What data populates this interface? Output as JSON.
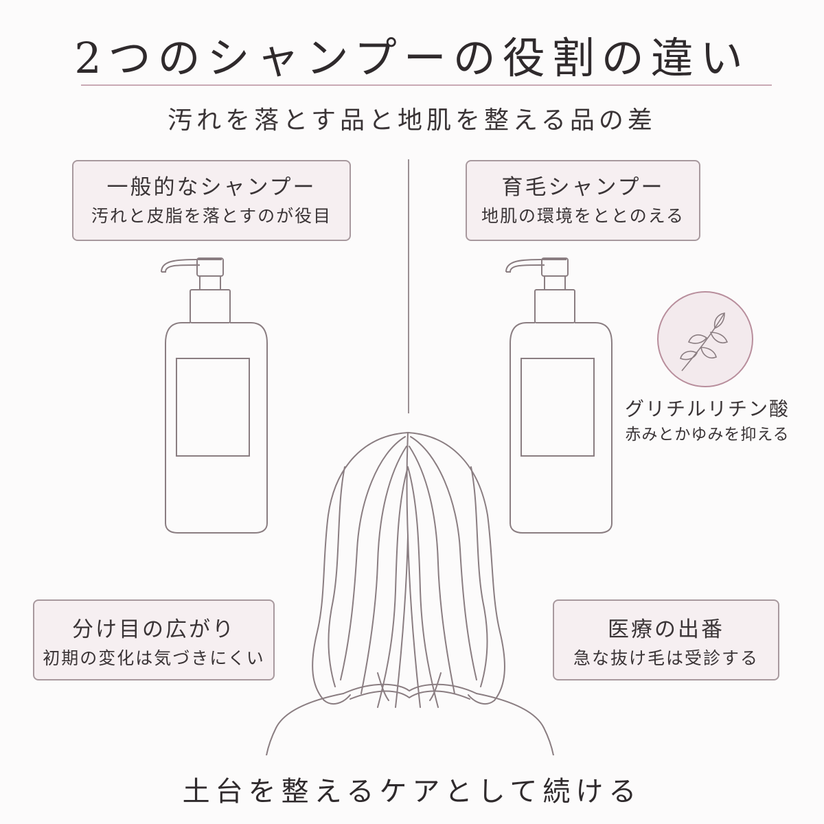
{
  "title": "2つのシャンプーの役割の違い",
  "subtitle": "汚れを落とす品と地肌を整える品の差",
  "general_box": {
    "heading": "一般的なシャンプー",
    "text": "汚れと皮脂を落とすのが役目"
  },
  "growth_box": {
    "heading": "育毛シャンプー",
    "text": "地肌の環境をととのえる"
  },
  "ingredient": {
    "name": "グリチルリチン酸",
    "effect": "赤みとかゆみを抑える"
  },
  "parting_box": {
    "heading": "分け目の広がり",
    "text": "初期の変化は気づきにくい"
  },
  "medical_box": {
    "heading": "医療の出番",
    "text": "急な抜け毛は受診する"
  },
  "footer": "土台を整えるケアとして続ける",
  "icons": [
    "pump-bottle-icon",
    "leaf-icon",
    "woman-back-hair-icon"
  ],
  "colors": {
    "accent_rule": "#c9a9b4",
    "box_fill": "#f6eff1",
    "line": "#8a7d81"
  }
}
